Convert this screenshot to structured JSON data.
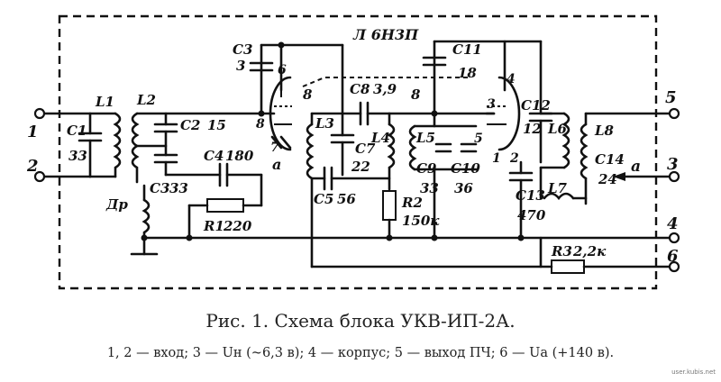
{
  "title": {
    "tube": "Л 6Н3П"
  },
  "components": {
    "L1": "L1",
    "L2": "L2",
    "L3": "L3",
    "L4": "L4",
    "L5": "L5",
    "L6": "L6",
    "L7": "L7",
    "L8": "L8",
    "C1": "C1",
    "C1_val": "33",
    "C2": "C2",
    "C2_val": "15",
    "C3a": "C3",
    "C3a_val": "33",
    "C3b": "C3",
    "C3b_val": "3",
    "C4": "C4",
    "C4_val": "180",
    "C5": "C5",
    "C5_val": "56",
    "C7": "C7",
    "C7_val": "22",
    "C8": "C8",
    "C8_val": "3,9",
    "C9": "C9",
    "C9_val": "33",
    "C10": "C10",
    "C10_val": "36",
    "C11": "C11",
    "C11_val": "18",
    "C12": "C12",
    "C12_val": "12",
    "C13": "C13",
    "C13_val": "470",
    "C14": "C14",
    "C14_val": "24",
    "R1": "R1",
    "R1_val": "220",
    "R2": "R2",
    "R2_val": "150к",
    "R3": "R3",
    "R3_val": "2,2к",
    "Dr": "Др"
  },
  "pins": {
    "p1": "1",
    "p2": "2",
    "p3": "3",
    "p4": "4",
    "p5": "5",
    "p6": "6",
    "p7": "7",
    "p8": "8",
    "p1t": "1",
    "p2t": "2",
    "p3t": "3",
    "p4t": "4",
    "p5t": "5",
    "p6t": "6"
  },
  "marks": {
    "a_left": "a",
    "a_right": "a"
  },
  "caption": "Рис. 1.  Схема блока УКВ-ИП-2А.",
  "legend": "1, 2 — вход; 3 — Uн (~6,3 в); 4 — корпус; 5 — выход ПЧ; 6 — Uа (+140 в).",
  "watermark": "user.kubis.net"
}
